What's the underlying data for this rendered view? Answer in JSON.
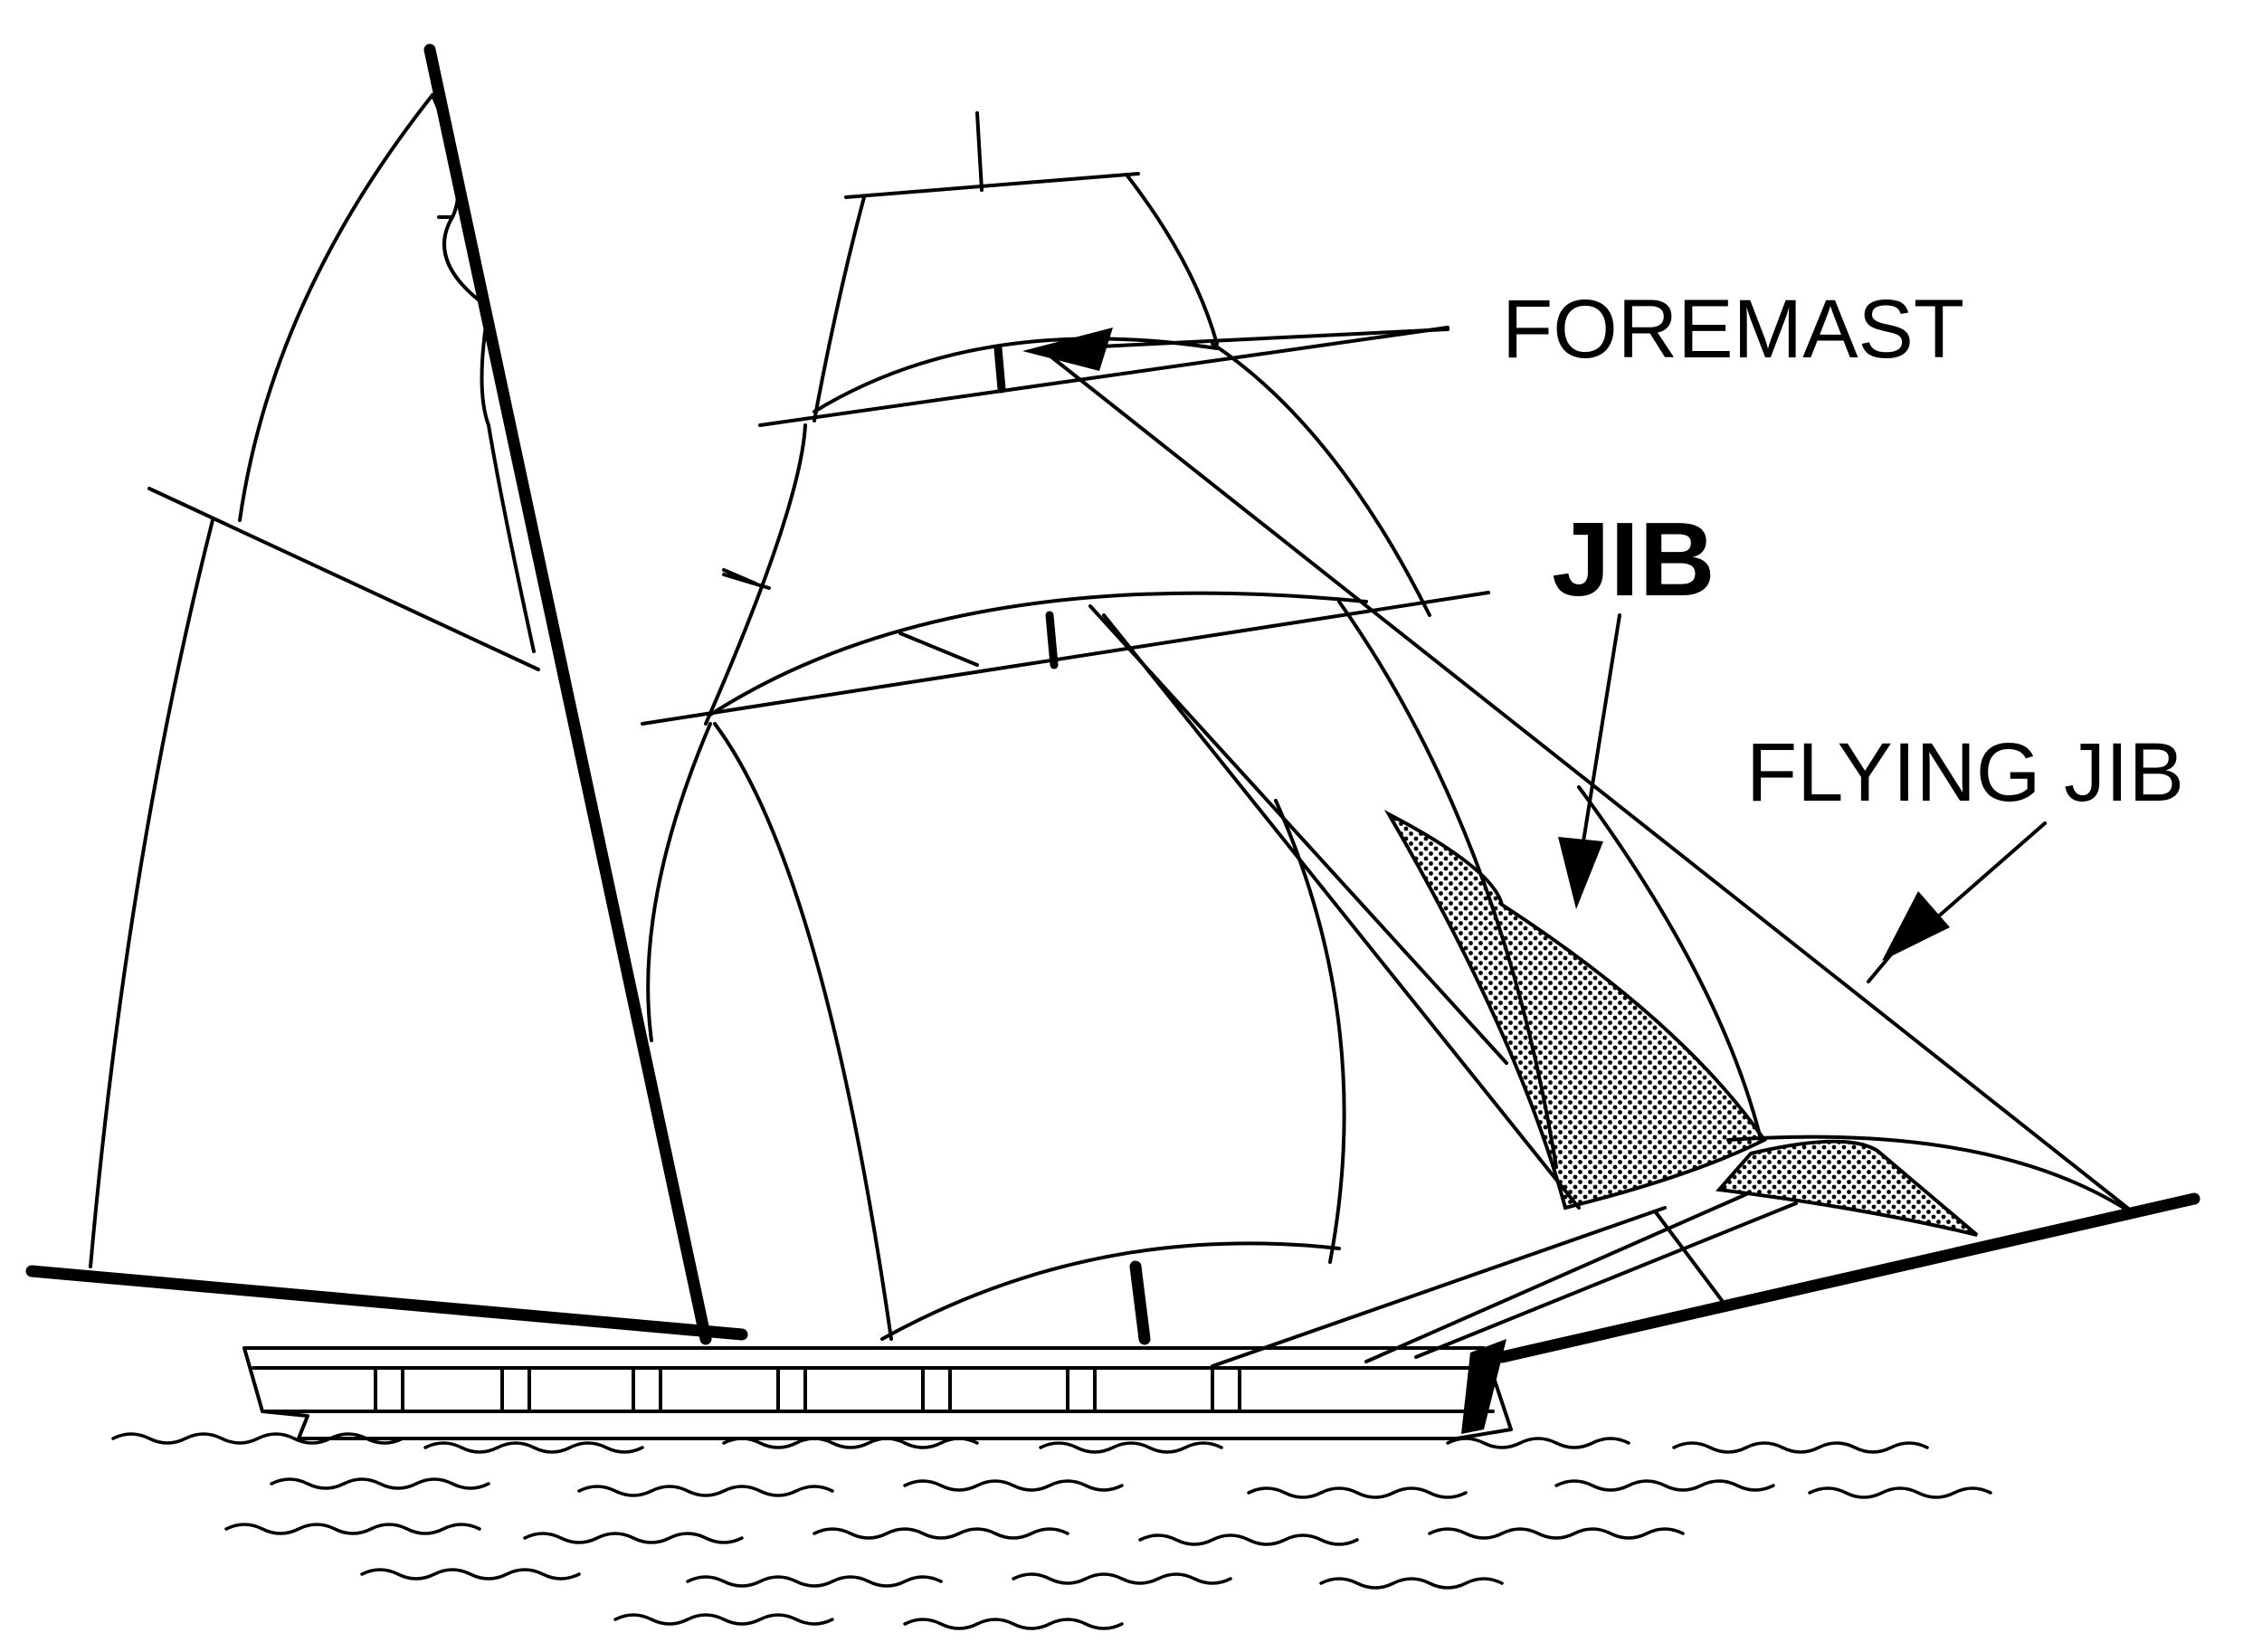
{
  "labels": {
    "foremast": "FOREMAST",
    "jib": "JIB",
    "flying_jib": "FLYING JIB"
  },
  "colors": {
    "ink": "#000000",
    "background": "#ffffff"
  }
}
